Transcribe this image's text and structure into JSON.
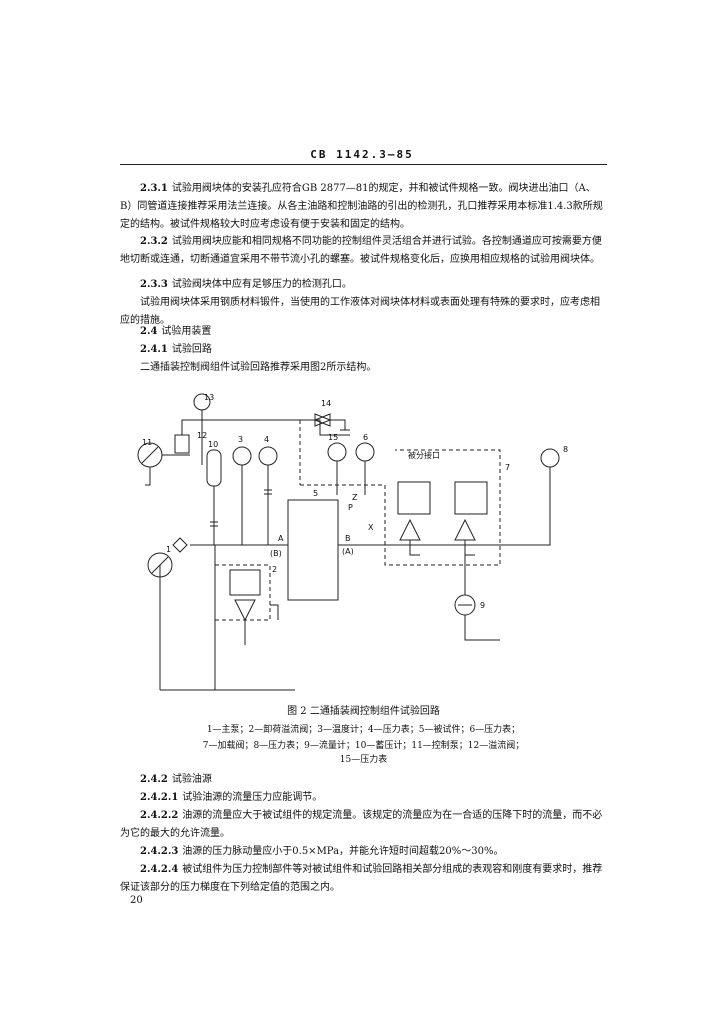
{
  "header": "CB 1142.3—85",
  "paragraphs": [
    {
      "num": "2.3.1",
      "text": "试验用阀块体的安装孔应符合GB 2877—81的规定，并和被试件规格一致。阀块进出油口（A、B）同管道连接推荐采用法兰连接。从各主油路和控制油路的引出的检测孔，孔口推荐采用本标准1.4.3款所规定的结构。被试件规格较大时应考虑设有便于安装和固定的结构。"
    },
    {
      "num": "2.3.2",
      "text": "试验用阀块应能和相同规格不同功能的控制组件灵活组合并进行试验。各控制通道应可按需要方便地切断或连通，切断通道宜采用不带节流小孔的螺塞。被试件规格变化后，应换用相应规格的试验用阀块体。"
    },
    {
      "num": "2.3.3",
      "text": "试验阀块体中应有足够压力的检测孔口。"
    },
    {
      "num": "",
      "text": "试验用阀块体采用钢质材料锻件，当使用的工作液体对阀块体材料或表面处理有特殊的要求时，应考虑相应的措施。"
    },
    {
      "num": "2.4",
      "text": "试验用装置"
    },
    {
      "num": "2.4.1",
      "text": "试验回路"
    },
    {
      "num": "",
      "text": "二通插装控制阀组件试验回路推荐采用图2所示结构。"
    }
  ],
  "diagram": {
    "labels": [
      "13",
      "14",
      "11",
      "12",
      "1",
      "2",
      "3",
      "4",
      "5",
      "6",
      "7",
      "8",
      "9",
      "10",
      "15"
    ],
    "port_labels": [
      "A",
      "(B)",
      "B",
      "(A)",
      "P",
      "X",
      "Z"
    ],
    "control_port_label": "被分接口"
  },
  "figure": {
    "caption": "图 2   二通插装阀控制组件试验回路",
    "legend_line1": "1—主泵；2—卸荷溢流阀；3—温度计；4—压力表；5—被试件；6—压力表；",
    "legend_line2": "7—加载阀；8—压力表；9—流量计；10—蓄压计；11—控制泵；12—溢流阀；",
    "legend_line3": "15—压力表"
  },
  "paragraphs2": [
    {
      "num": "2.4.2",
      "text": "试验油源"
    },
    {
      "num": "2.4.2.1",
      "text": "试验油源的流量压力应能调节。"
    },
    {
      "num": "2.4.2.2",
      "text": "油源的流量应大于被试组件的规定流量。该规定的流量应为在一合适的压降下时的流量，而不必为它的最大的允许流量。"
    },
    {
      "num": "2.4.2.3",
      "text": "油源的压力脉动量应小于0.5×MPa，并能允许短时间超载20%～30%。"
    },
    {
      "num": "2.4.2.4",
      "text": "被试组件为压力控制部件等对被试组件和试验回路相关部分组成的表观容和刚度有要求时，推荐保证该部分的压力梯度在下列给定值的范围之内。"
    }
  ],
  "page_number": "20"
}
